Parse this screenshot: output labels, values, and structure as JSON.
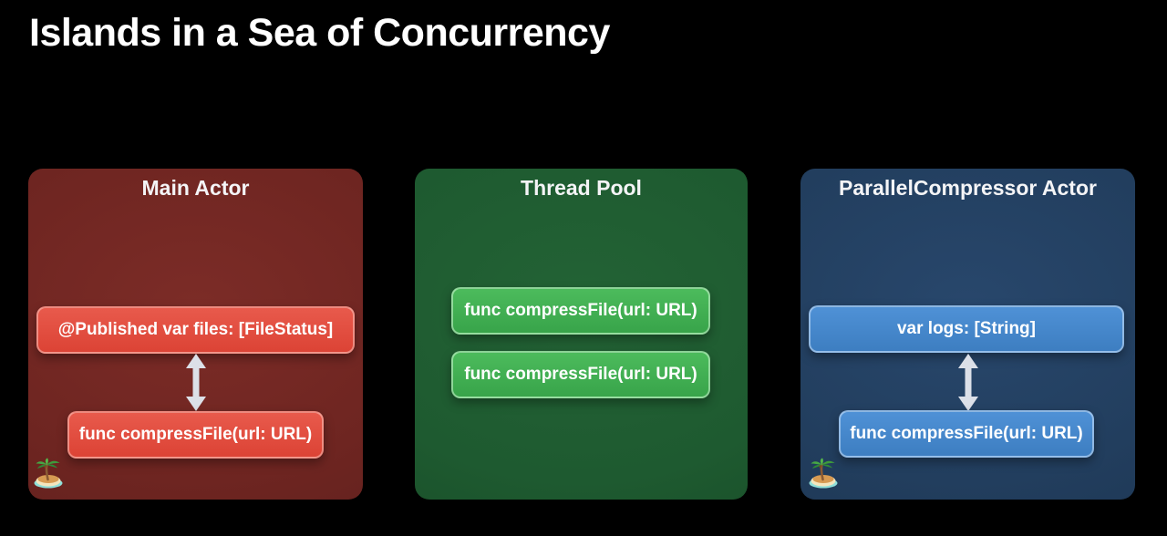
{
  "slide": {
    "title": "Islands in a Sea of Concurrency",
    "background": "#000000"
  },
  "panels": [
    {
      "title": "Main Actor",
      "theme": "red",
      "members": [
        {
          "label": "@Published var files: [FileStatus]"
        },
        {
          "label": "func compressFile(url: URL)"
        }
      ],
      "connector": "double-headed-arrow",
      "island_icon": true,
      "colors": {
        "panel": "#6E2521",
        "member": "#E14B3E",
        "member_border": "#F0978C"
      }
    },
    {
      "title": "Thread Pool",
      "theme": "green",
      "members": [
        {
          "label": "func compressFile(url: URL)"
        },
        {
          "label": "func compressFile(url: URL)"
        }
      ],
      "connector": null,
      "island_icon": false,
      "colors": {
        "panel": "#1E5A30",
        "member": "#41B254",
        "member_border": "#86D190"
      }
    },
    {
      "title": "ParallelCompressor Actor",
      "theme": "blue",
      "members": [
        {
          "label": "var logs: [String]"
        },
        {
          "label": "func compressFile(url: URL)"
        }
      ],
      "connector": "double-headed-arrow",
      "island_icon": true,
      "colors": {
        "panel": "#223E5E",
        "member": "#4688CD",
        "member_border": "#8FBAE5"
      }
    }
  ],
  "icons": {
    "arrow": "double-headed-vertical-arrow",
    "island": "desert-island"
  },
  "arrow_color": "#DCE0E8"
}
